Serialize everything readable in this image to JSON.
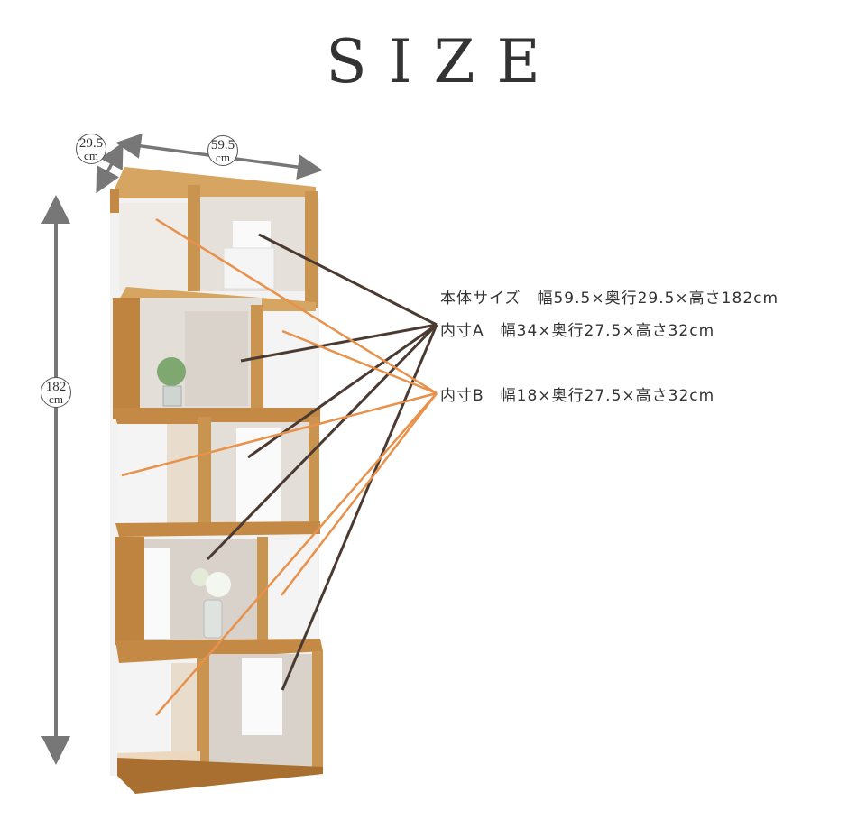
{
  "title": "SIZE",
  "dimensions": {
    "depth": {
      "value": "29.5",
      "unit": "cm"
    },
    "width": {
      "value": "59.5",
      "unit": "cm"
    },
    "height": {
      "value": "182",
      "unit": "cm"
    }
  },
  "specs": {
    "body": "本体サイズ　幅59.5×奥行29.5×高さ182cm",
    "inner_a": "内寸A　幅34×奥行27.5×高さ32cm",
    "inner_b": "内寸B　幅18×奥行27.5×高さ32cm"
  },
  "colors": {
    "wood": "#C48A45",
    "wood_dark": "#A86F30",
    "interior": "#E9E4DE",
    "line_dark": "#4A3A32",
    "line_orange": "#E8914A",
    "arrow": "#777777",
    "text": "#333333"
  }
}
